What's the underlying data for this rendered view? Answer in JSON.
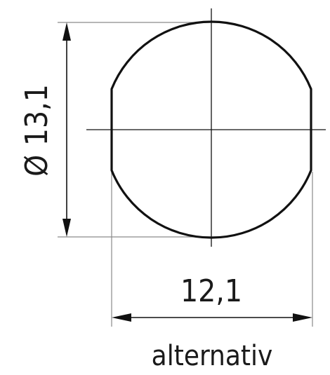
{
  "drawing": {
    "diameter_label": "Ø 13,1",
    "width_label": "12,1",
    "caption": "alternativ"
  },
  "colors": {
    "outline": "#111111",
    "extension_line": "#8a8a8a",
    "text": "#1a1a1a",
    "background": "#ffffff"
  }
}
